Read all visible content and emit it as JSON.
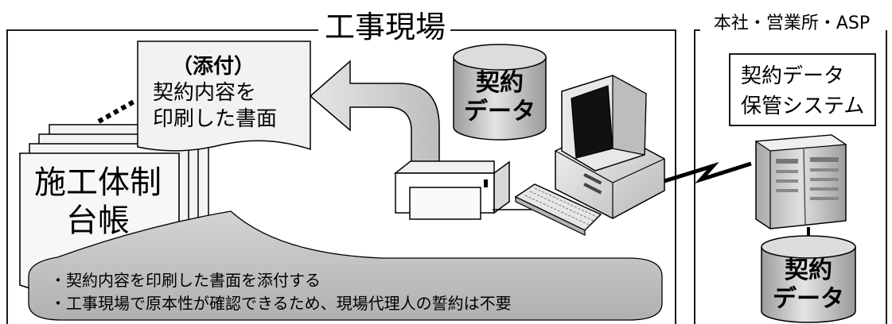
{
  "site": {
    "title": "工事現場"
  },
  "office": {
    "title": "本社・営業所・ASP"
  },
  "attachment": {
    "heading": "（添付）",
    "line1": "契約内容を",
    "line2": "印刷した書面"
  },
  "ledger": {
    "line1": "施工体制",
    "line2": "台帳"
  },
  "site_db": {
    "line1": "契約",
    "line2": "データ"
  },
  "storage_system": {
    "line1": "契約データ",
    "line2": "保管システム"
  },
  "office_db": {
    "line1": "契約",
    "line2": "データ"
  },
  "notes": [
    "・契約内容を印刷した書面を添付する",
    "・工事現場で原本性が確認できるため、現場代理人の誓約は不要"
  ],
  "colors": {
    "frame": "#000000",
    "paper": "#f2f2f2",
    "arrow": "#d0d0d0",
    "db": "#c8c8c8",
    "callout": "#c4c4c4",
    "printer": "#ffffff",
    "monitor_screen": "#111111"
  },
  "icons": [
    "printer-icon",
    "computer-icon",
    "keyboard-icon",
    "server-icon",
    "database-icon",
    "network-link-icon"
  ]
}
